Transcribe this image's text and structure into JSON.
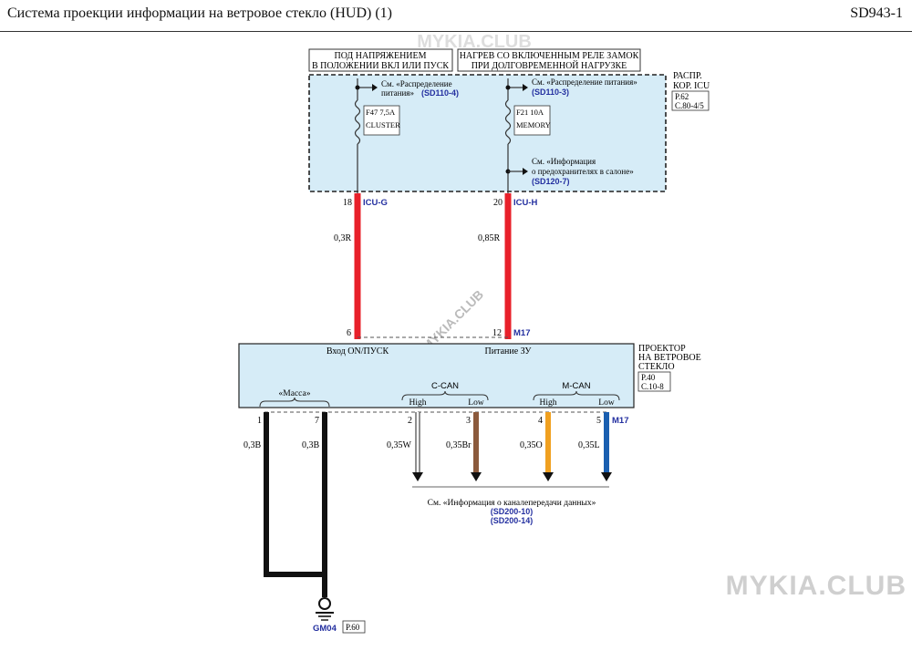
{
  "header": {
    "title": "Система проекции информации на ветровое стекло (HUD) (1)",
    "code": "SD943-1"
  },
  "top_labels": {
    "left": [
      "ПОД НАПРЯЖЕНИЕМ",
      "В ПОЛОЖЕНИИ ВКЛ ИЛИ ПУСК"
    ],
    "right": [
      "НАГРЕВ СО ВКЛЮЧЕННЫМ РЕЛЕ ЗАМОК",
      "ПРИ ДОЛГОВРЕМЕННОЙ НАГРУЗКЕ"
    ]
  },
  "icu_box": {
    "name": [
      "РАСПР.",
      "КОР. ICU"
    ],
    "ref": [
      "P.62",
      "C.80-4/5"
    ]
  },
  "power_refs": {
    "left": {
      "text": [
        "См. «Распределение",
        "питания»"
      ],
      "code": "(SD110-4)"
    },
    "right": {
      "text": [
        "См. «Распределение питания»"
      ],
      "code": "(SD110-3)"
    }
  },
  "fuses": {
    "f47": {
      "rating": "F47 7,5A",
      "name": "CLUSTER"
    },
    "f21": {
      "rating": "F21 10A",
      "name": "MEMORY"
    }
  },
  "fuse_info_ref": {
    "text": [
      "См. «Информация",
      "о предохранителях в салоне»"
    ],
    "code": "(SD120-7)"
  },
  "icu_pins": [
    {
      "pin": "18",
      "connector": "ICU-G",
      "wire": "0,3R"
    },
    {
      "pin": "20",
      "connector": "ICU-H",
      "wire": "0,85R"
    }
  ],
  "projector_pins_top": [
    {
      "pin": "6"
    },
    {
      "pin": "12",
      "connector": "M17"
    }
  ],
  "projector": {
    "label_left": "Вход ON/ПУСК",
    "label_right": "Питание ЗУ",
    "name": [
      "ПРОЕКТОР",
      "НА ВЕТРОВОЕ",
      "СТЕКЛО"
    ],
    "ref": [
      "P.40",
      "C.10-8"
    ],
    "ground_group": "«Масса»",
    "ccan": {
      "title": "C-CAN",
      "high": "High",
      "low": "Low"
    },
    "mcan": {
      "title": "M-CAN",
      "high": "High",
      "low": "Low"
    }
  },
  "bottom_pins": [
    {
      "pin": "1",
      "wire": "0,3B"
    },
    {
      "pin": "7",
      "wire": "0,3B"
    },
    {
      "pin": "2",
      "wire": "0,35W"
    },
    {
      "pin": "3",
      "wire": "0,35Br"
    },
    {
      "pin": "4",
      "wire": "0,35O"
    },
    {
      "pin": "5",
      "wire": "0,35L",
      "connector": "M17"
    }
  ],
  "data_ref": {
    "text": "См. «Информация о каналепередачи данных»",
    "codes": [
      "(SD200-10)",
      "(SD200-14)"
    ]
  },
  "ground": {
    "name": "GM04",
    "ref": "P.60"
  },
  "watermarks": {
    "top": "MYKIA.CLUB",
    "diagonal": "MYKIA.CLUB",
    "corner": "MYKIA.CLUB"
  },
  "colors": {
    "red_wire": "#e8202a",
    "black_wire": "#111111",
    "white_wire": "#ffffff",
    "brown_wire": "#8b5a3c",
    "orange_wire": "#f0a020",
    "blue_wire": "#1a5fb0",
    "box_fill": "#d6ecf7",
    "ref_blue": "#2430a0"
  }
}
